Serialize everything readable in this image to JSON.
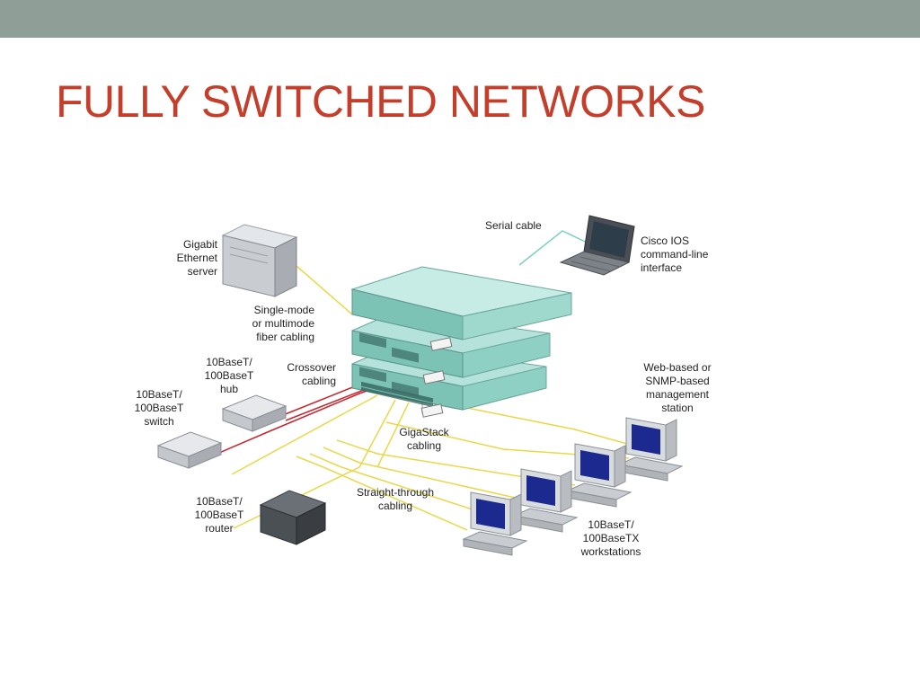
{
  "slide": {
    "title": "FULLY SWITCHED NETWORKS"
  },
  "diagram": {
    "labels": {
      "server": "Gigabit\nEthernet\nserver",
      "serial_cable": "Serial cable",
      "cli": "Cisco IOS\ncommand-line\ninterface",
      "fiber": "Single-mode\nor multimode\nfiber cabling",
      "hub": "10BaseT/\n100BaseT\nhub",
      "crossover": "Crossover\ncabling",
      "switch": "10BaseT/\n100BaseT\nswitch",
      "mgmt": "Web-based or\nSNMP-based\nmanagement\nstation",
      "gigastack": "GigaStack\ncabling",
      "router": "10BaseT/\n100BaseT\nrouter",
      "straight": "Straight-through\ncabling",
      "workstations": "10BaseT/\n100BaseTX\nworkstations"
    }
  }
}
